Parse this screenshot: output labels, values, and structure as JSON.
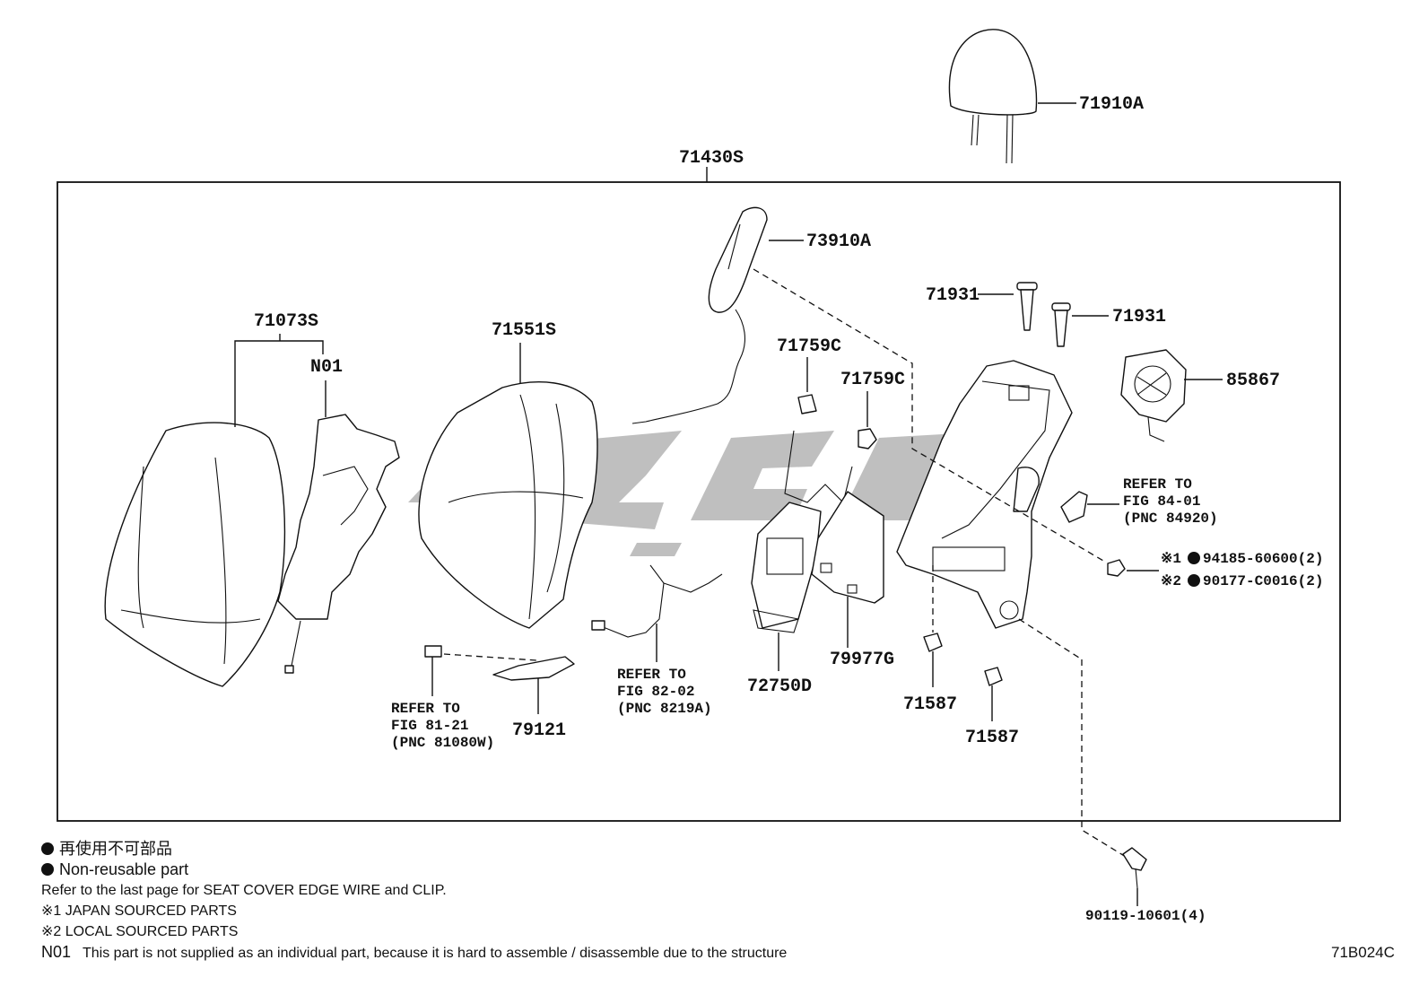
{
  "diagram": {
    "main_assembly": "71430S",
    "labels": {
      "headrest": "71910A",
      "cover": "71073S",
      "n01": "N01",
      "pad": "71551S",
      "side_airbag": "73910A",
      "nut_a": "71759C",
      "nut_b": "71759C",
      "guide_a": "71931",
      "guide_b": "71931",
      "lumbar_cover": "85867",
      "lumbar_support": "72750D",
      "board": "79977G",
      "clip_a": "71587",
      "clip_b": "71587",
      "bracket": "79121",
      "screw_bolt": "90119-10601(4)",
      "nut_jp": "94185-60600(2)",
      "nut_local": "90177-C0016(2)",
      "mark_jp": "※1",
      "mark_local": "※2"
    },
    "refs": {
      "fig84": [
        "REFER TO",
        "FIG 84-01",
        "(PNC 84920)"
      ],
      "fig81": [
        "REFER TO",
        "FIG 81-21",
        "(PNC 81080W)"
      ],
      "fig82": [
        "REFER TO",
        "FIG 82-02",
        "(PNC 8219A)"
      ]
    }
  },
  "notes": {
    "non_reusable_jp": "再使用不可部品",
    "non_reusable_en": "Non-reusable part",
    "edge_wire": "Refer to the last page for SEAT COVER EDGE WIRE and CLIP.",
    "japan_sourced": "※1 JAPAN SOURCED PARTS",
    "local_sourced": "※2 LOCAL SOURCED PARTS",
    "n01_code": "N01",
    "n01_text": "This part is not supplied as an individual part, because it is hard to assemble / disassemble due to the structure"
  },
  "figure_code": "71B024C"
}
